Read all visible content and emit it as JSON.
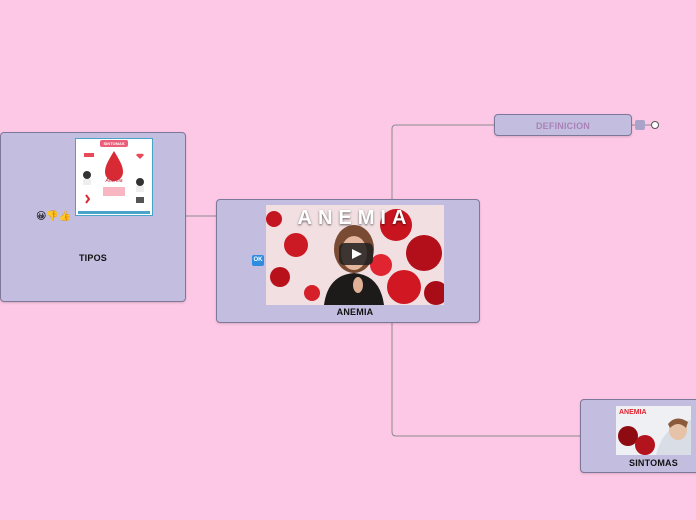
{
  "central": {
    "label": "ANEMIA",
    "video_title": "ANEMIA"
  },
  "tipos": {
    "label": "TIPOS",
    "emoji": "😀👎👍"
  },
  "definicion": {
    "label": "DEFINICION"
  },
  "sintomas": {
    "label": "SINTOMAS",
    "thumb_text": "ANEMIA"
  },
  "infographic": {
    "header": "SINTOMAS",
    "brand": "Anemia"
  },
  "ok_badge": "OK",
  "colors": {
    "background": "#fdc8e6",
    "node": "#c3bddf",
    "definicion_text": "#a882b8"
  }
}
